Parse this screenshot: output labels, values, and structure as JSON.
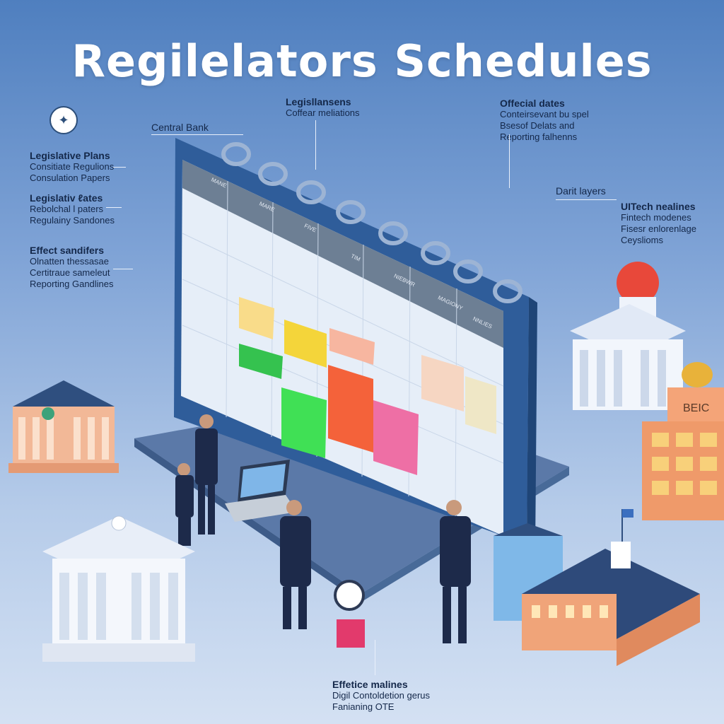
{
  "title": "Regilelators Schedules",
  "annotations": {
    "central_bank": {
      "heading": "Central Bank"
    },
    "legis_plans": {
      "heading": "Legislative Plans",
      "lines": [
        "Consitiate Regulions",
        "Consulation Papers"
      ]
    },
    "legis_rates": {
      "heading": "Legislativ ℓates",
      "lines": [
        "Rebolchal l paters",
        "Regulainy Sandones"
      ]
    },
    "effect_sand": {
      "heading": "Effect sandifers",
      "lines": [
        "Olnatten thessasae",
        "Certitraue sameleut",
        "Reporting Gandlines"
      ]
    },
    "legisllansens": {
      "heading": "Legisllansens",
      "lines": [
        "Coffear meliations"
      ]
    },
    "offecial_dates": {
      "heading": "Offecial dates",
      "lines": [
        "Conteirsevant bu spel",
        "Bsesof Delats and",
        "Reporting falhenns"
      ]
    },
    "darit_layers": {
      "heading": "Darit layers"
    },
    "uitech": {
      "heading": "UITech nealines",
      "lines": [
        "Fintech modenes",
        "Fisesr enlorenlage",
        "Ceyslioms"
      ]
    },
    "effetice": {
      "heading": "Effetice malines",
      "lines": [
        "Digil Contoldetion gerus",
        "Fanianing OTE"
      ]
    }
  },
  "calendar": {
    "columns": [
      "MANE",
      "MARE",
      "FIVE",
      "TIM",
      "NIEBWR",
      "MAGIONY",
      "NNLIES"
    ]
  },
  "buildings": {
    "right_sign": "BEIC"
  }
}
